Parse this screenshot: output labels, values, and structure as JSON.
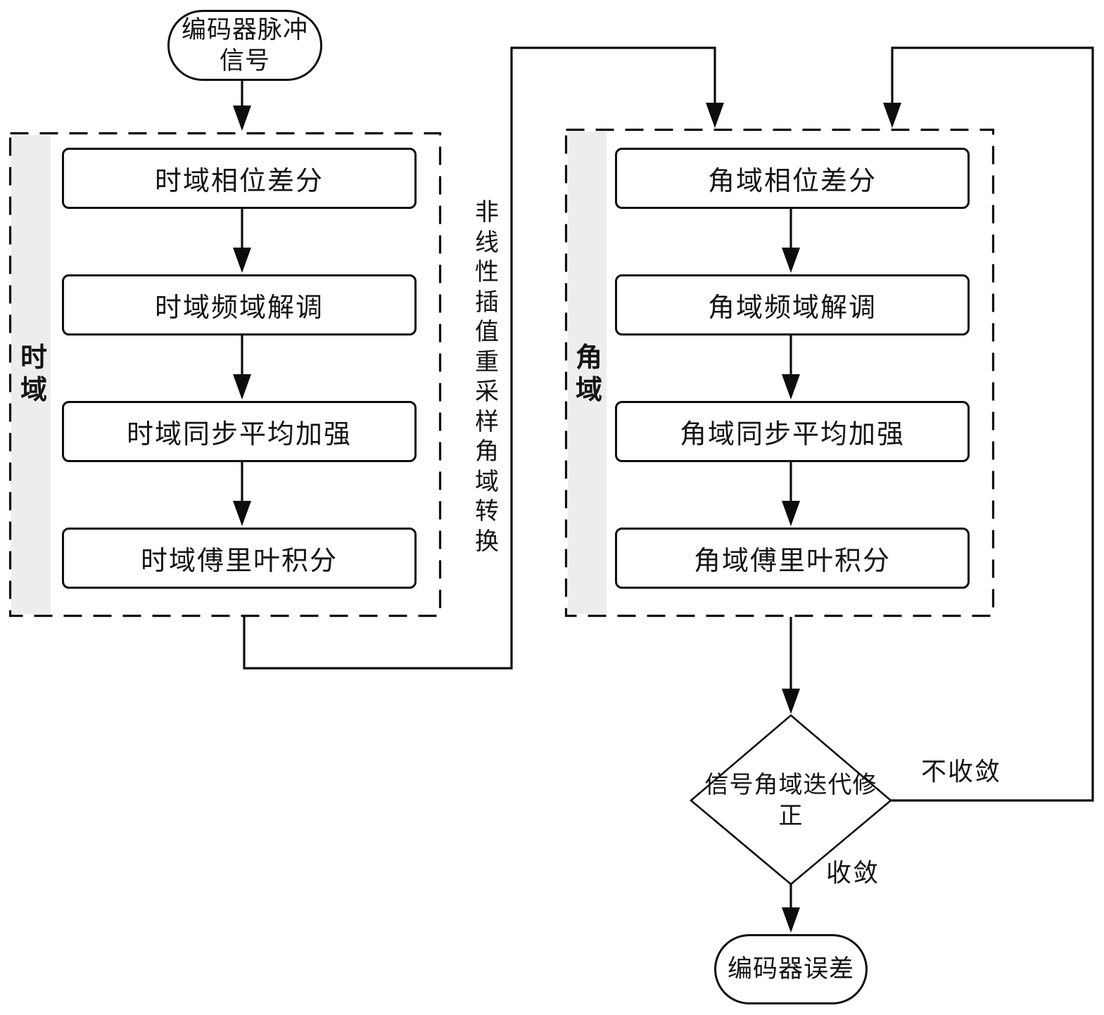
{
  "flow": {
    "start": {
      "label": "编码器脉冲信号"
    },
    "time_domain": {
      "label": "时域",
      "steps": [
        "时域相位差分",
        "时域频域解调",
        "时域同步平均加强",
        "时域傅里叶积分"
      ]
    },
    "resample_note": "非线性插值重采样角域转换",
    "angle_domain": {
      "label": "角域",
      "steps": [
        "角域相位差分",
        "角域频域解调",
        "角域同步平均加强",
        "角域傅里叶积分"
      ]
    },
    "decision": {
      "label": "信号角域迭代修正",
      "not_converged_label": "不收敛",
      "converged_label": "收敛"
    },
    "end": {
      "label": "编码器误差"
    },
    "colors": {
      "line": "#0d0d0d",
      "group_strip": "#ededed",
      "node_fill": "#ffffff",
      "background": "#ffffff"
    }
  }
}
